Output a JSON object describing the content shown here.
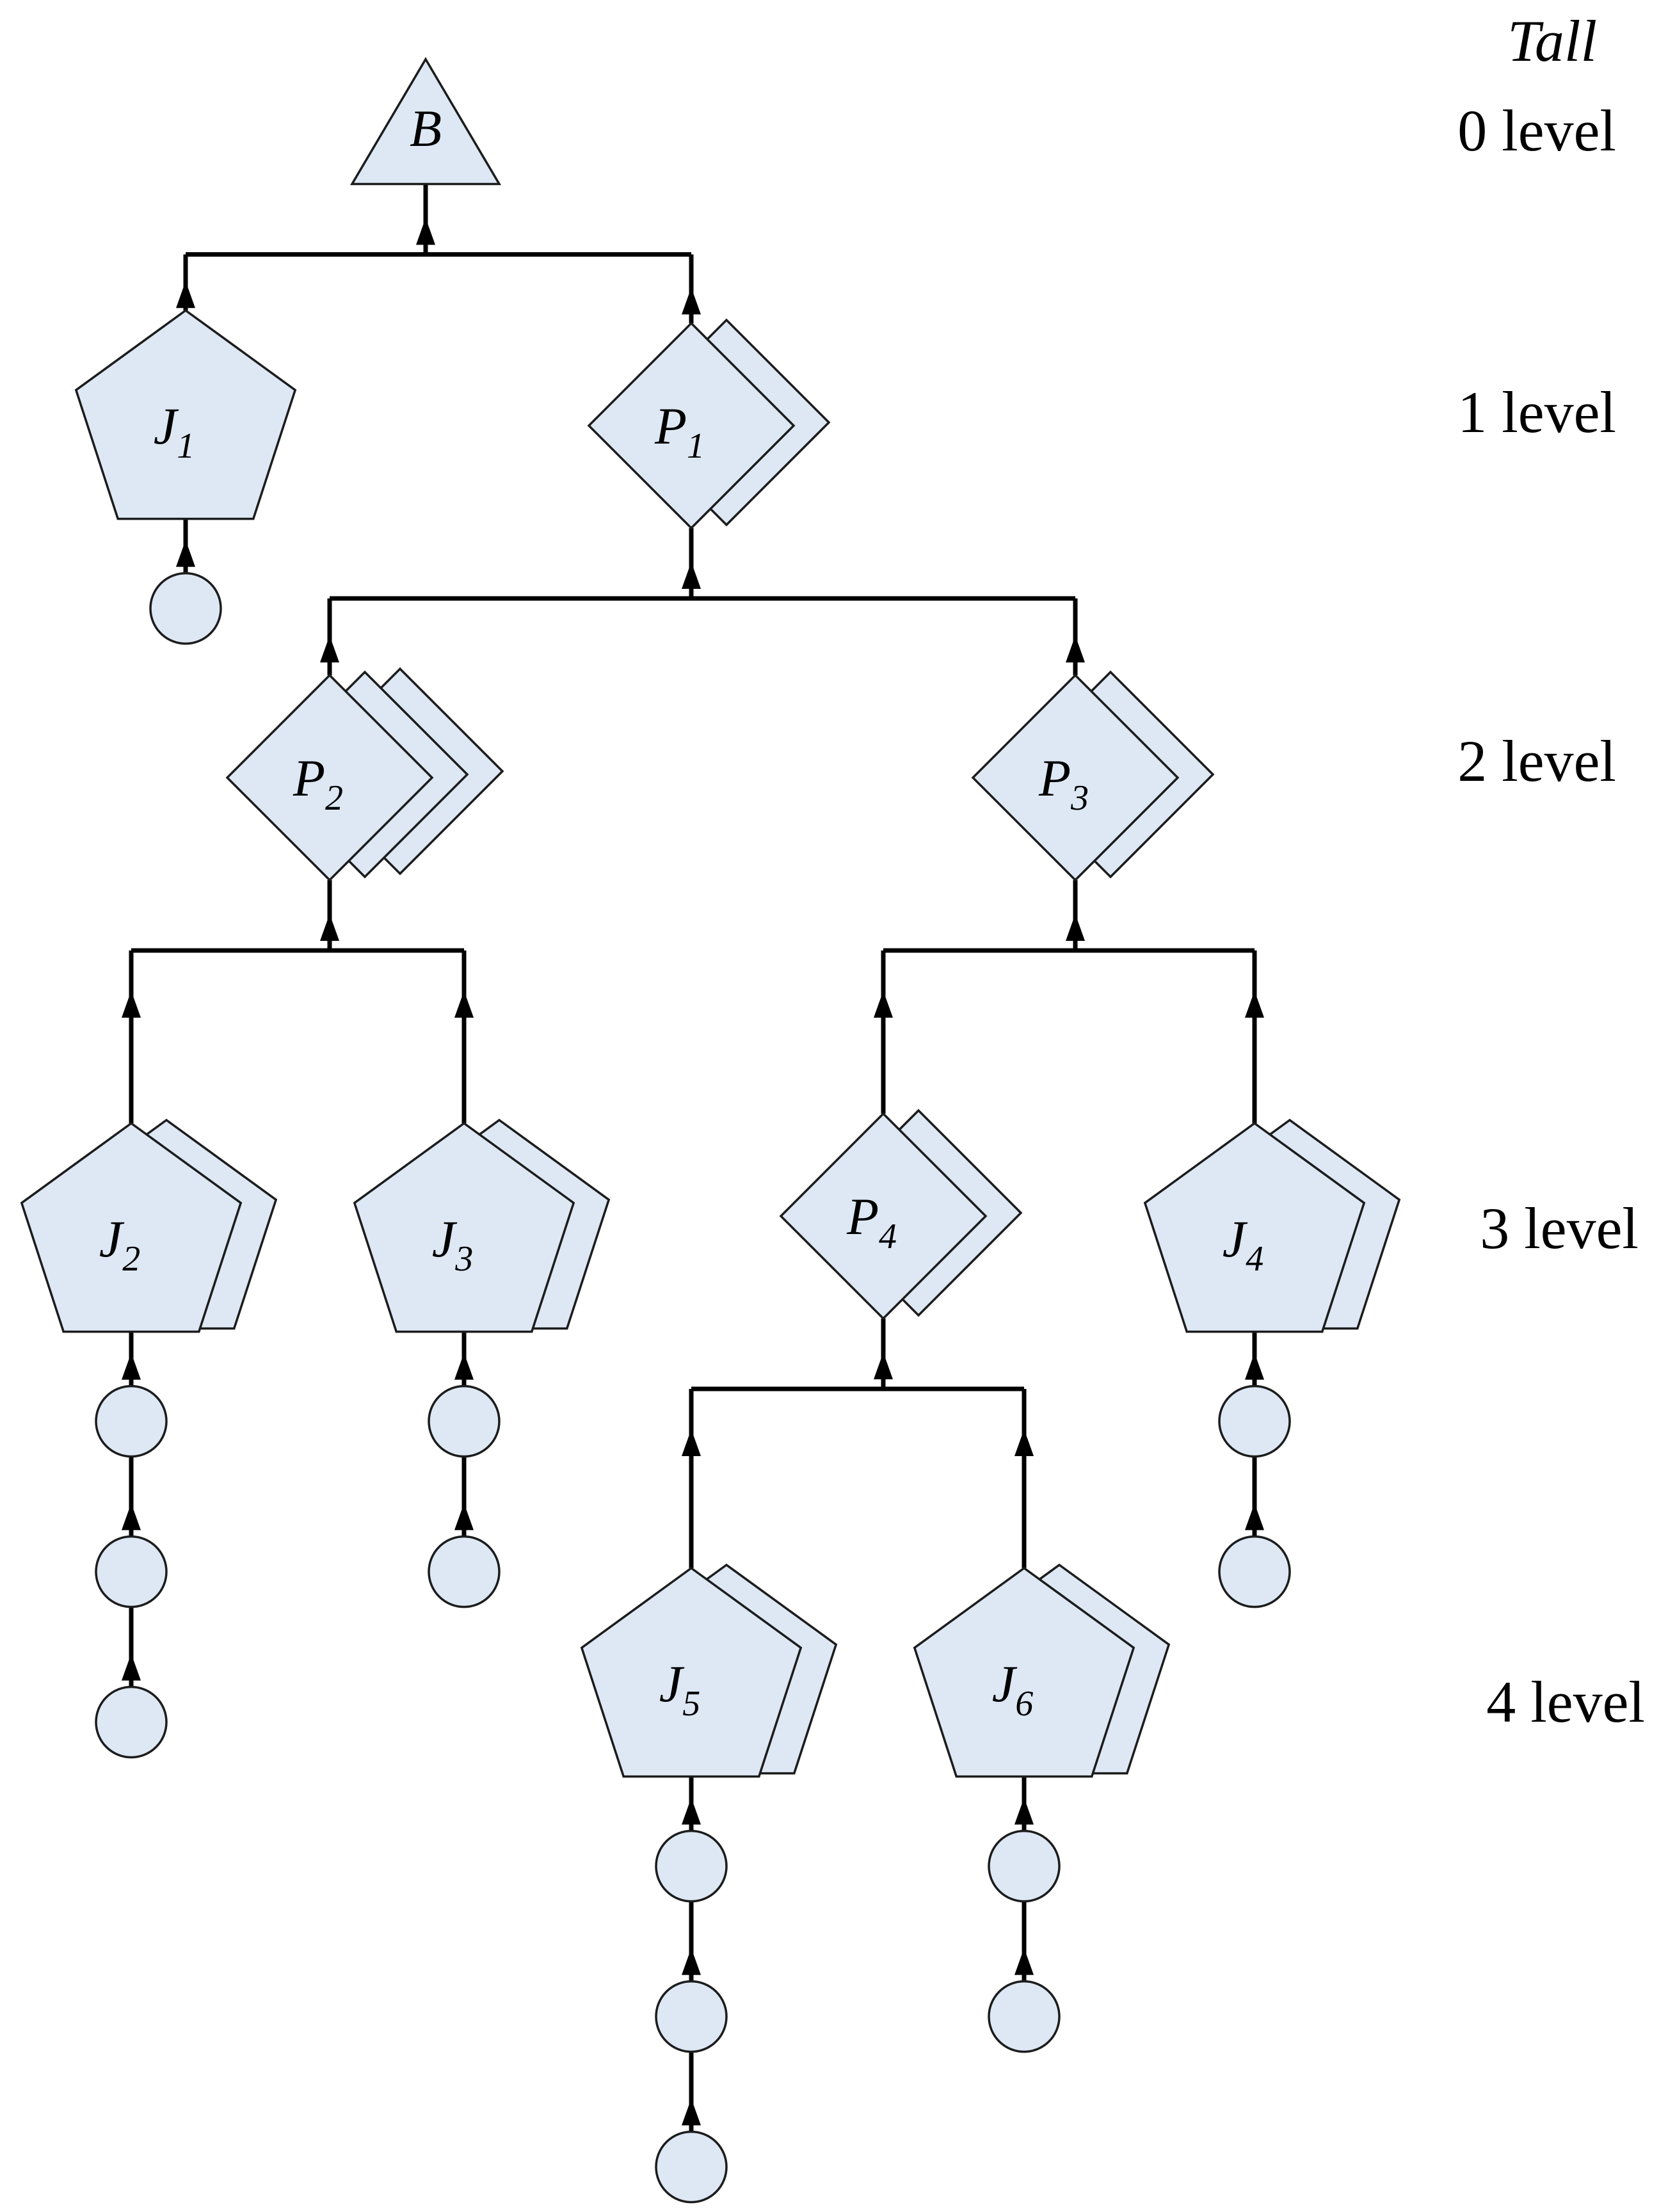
{
  "header": {
    "tall_label": "Tall"
  },
  "levels": [
    {
      "label": "0 level"
    },
    {
      "label": "1 level"
    },
    {
      "label": "2 level"
    },
    {
      "label": "3 level"
    },
    {
      "label": "4 level"
    }
  ],
  "nodes": [
    {
      "id": "B",
      "shape": "triangle",
      "letter": "B",
      "sub": "",
      "stack": 1
    },
    {
      "id": "J1",
      "shape": "pentagon",
      "letter": "J",
      "sub": "1",
      "stack": 1
    },
    {
      "id": "P1",
      "shape": "diamond",
      "letter": "P",
      "sub": "1",
      "stack": 2
    },
    {
      "id": "P2",
      "shape": "diamond",
      "letter": "P",
      "sub": "2",
      "stack": 3
    },
    {
      "id": "P3",
      "shape": "diamond",
      "letter": "P",
      "sub": "3",
      "stack": 2
    },
    {
      "id": "J2",
      "shape": "pentagon",
      "letter": "J",
      "sub": "2",
      "stack": 2
    },
    {
      "id": "J3",
      "shape": "pentagon",
      "letter": "J",
      "sub": "3",
      "stack": 2
    },
    {
      "id": "P4",
      "shape": "diamond",
      "letter": "P",
      "sub": "4",
      "stack": 2
    },
    {
      "id": "J4",
      "shape": "pentagon",
      "letter": "J",
      "sub": "4",
      "stack": 2
    },
    {
      "id": "J5",
      "shape": "pentagon",
      "letter": "J",
      "sub": "5",
      "stack": 2
    },
    {
      "id": "J6",
      "shape": "pentagon",
      "letter": "J",
      "sub": "6",
      "stack": 2
    }
  ],
  "edges": [
    {
      "parent": "B",
      "children": [
        "J1",
        "P1"
      ]
    },
    {
      "parent": "P1",
      "children": [
        "P2",
        "P3"
      ]
    },
    {
      "parent": "P2",
      "children": [
        "J2",
        "J3"
      ]
    },
    {
      "parent": "P3",
      "children": [
        "P4",
        "J4"
      ]
    },
    {
      "parent": "P4",
      "children": [
        "J5",
        "J6"
      ]
    }
  ],
  "chains": [
    {
      "node": "J1",
      "circles": 1
    },
    {
      "node": "J2",
      "circles": 3
    },
    {
      "node": "J3",
      "circles": 2
    },
    {
      "node": "J4",
      "circles": 2
    },
    {
      "node": "J5",
      "circles": 3
    },
    {
      "node": "J6",
      "circles": 2
    }
  ]
}
